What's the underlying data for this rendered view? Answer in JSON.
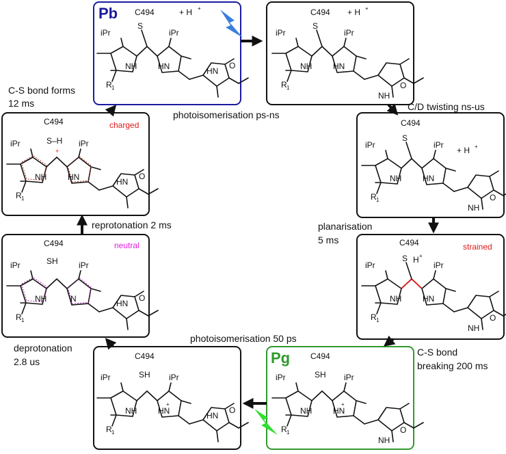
{
  "colors": {
    "pb_border": "#1a1aa0",
    "pg_border": "#2e9a2e",
    "box_border": "#111111",
    "charged": "#e01818",
    "neutral": "#e020e0",
    "strained": "#e01818",
    "pb_flash": "#3a7de0",
    "pg_flash": "#2ee02e",
    "charged_bonds": "#b03a20",
    "neutral_bonds": "#b020b0",
    "strained_bond": "#e01818"
  },
  "boxes": {
    "pb": {
      "tag": "Pb",
      "residue": "C494",
      "proton": "+ H",
      "proton_sup": "+"
    },
    "p2": {
      "residue": "C494",
      "proton": "+ H",
      "proton_sup": "+"
    },
    "p3": {
      "residue": "C494",
      "proton": "+ H",
      "proton_sup": "+"
    },
    "p4": {
      "residue": "C494",
      "proton_sup": "+",
      "state": "strained"
    },
    "pg": {
      "tag": "Pg",
      "residue": "C494",
      "sh": "SH"
    },
    "p6": {
      "residue": "C494",
      "sh": "SH"
    },
    "p7": {
      "residue": "C494",
      "sh": "SH",
      "state": "neutral"
    },
    "p8": {
      "residue": "C494",
      "sh": "S–H",
      "state": "charged"
    }
  },
  "atoms": {
    "ipr": "iPr",
    "nh": "NH",
    "hn": "HN",
    "n": "N",
    "o": "O",
    "s": "S",
    "r1": "R",
    "r1_sub": "1",
    "plus": "+"
  },
  "transitions": {
    "t1": "photoisomerisation  ps-ns",
    "t2": "C/D twisting ns-us",
    "t3a": "planarisation",
    "t3b": "5 ms",
    "t4a": "C-S bond",
    "t4b": "breaking 200 ms",
    "t5": "photoisomerisation 50 ps",
    "t6a": "deprotonation",
    "t6b": "2.8 us",
    "t7": "reprotonation 2 ms",
    "t8a": "C-S bond forms",
    "t8b": "12 ms"
  }
}
